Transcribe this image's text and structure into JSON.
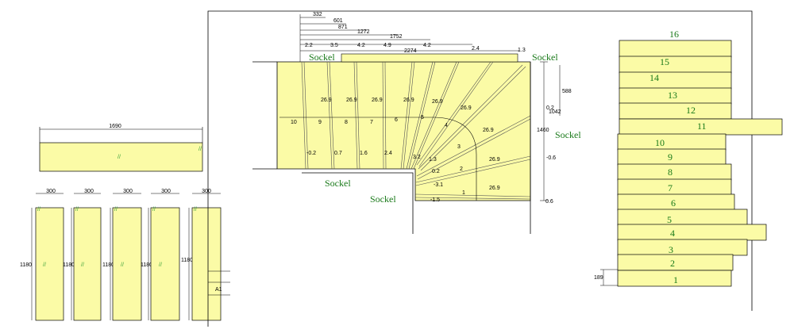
{
  "colors": {
    "panel": "#fbfba6",
    "line": "#000000",
    "green": "#1a7a1a"
  },
  "left": {
    "wide_board": {
      "width_label": "1690"
    },
    "narrow_boards": {
      "width_label": "300",
      "height_label": "1180",
      "count": 5
    },
    "partial_label": "A1"
  },
  "stair": {
    "top_dims": [
      "332",
      "601",
      "871",
      "1272",
      "1752",
      "2274"
    ],
    "top_offsets": [
      "2.2",
      "3.5",
      "4.2",
      "4.9",
      "4.2",
      "2.4",
      "1.3"
    ],
    "right_dims": [
      "588",
      "0.2",
      "1042",
      "1460",
      "-0.6",
      "0.6"
    ],
    "sockel_label": "Sockel",
    "angles_main": [
      "26.9",
      "26.9",
      "26.9",
      "26.9",
      "26.9",
      "26.9",
      "26.9",
      "26.9",
      "26.9"
    ],
    "left_nums": [
      "10",
      "9",
      "8",
      "7",
      "6",
      "5",
      "4",
      "3",
      "2",
      "1"
    ],
    "small_vals": [
      "-0.2",
      "0.7",
      "1.6",
      "2.4",
      "3.2",
      "1.3",
      "0.2",
      "-3.1",
      "-1.5"
    ]
  },
  "right_stack": {
    "steps": [
      "16",
      "15",
      "14",
      "13",
      "12",
      "11",
      "10",
      "9",
      "8",
      "7",
      "6",
      "5",
      "4",
      "3",
      "2",
      "1"
    ],
    "bottom_dim": "189"
  }
}
